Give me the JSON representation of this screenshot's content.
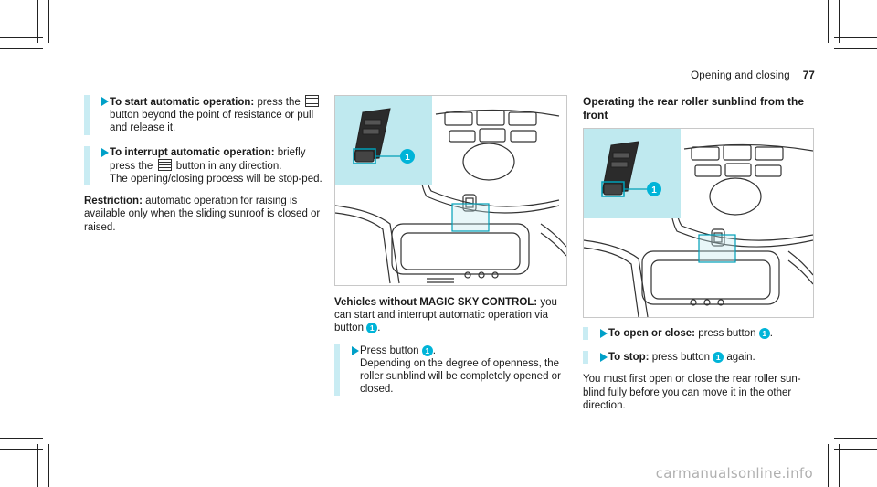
{
  "header": {
    "section": "Opening and closing",
    "page": "77"
  },
  "left": {
    "step1": {
      "label": "To start automatic operation:",
      "text1": " press the",
      "text2": " button beyond the point of resistance or pull and release it."
    },
    "step2": {
      "label": "To interrupt automatic operation:",
      "text1": " briefly press the",
      "text2": " button in any direction.",
      "text3": "The opening/closing process will be stop-ped."
    },
    "restriction": {
      "label": "Restriction:",
      "text": " automatic operation for raising is available only when the sliding sunroof is closed or raised."
    }
  },
  "middle": {
    "callout": "1",
    "intro": {
      "label": "Vehicles without MAGIC SKY CONTROL:",
      "text": " you can start and interrupt automatic operation via button",
      "end": "."
    },
    "step": {
      "text1": "Press button",
      "end": ".",
      "text2": "Depending on the degree of openness, the roller sunblind will be completely opened or closed."
    }
  },
  "right": {
    "heading": "Operating the rear roller sunblind from the front",
    "callout": "1",
    "step1": {
      "label": "To open or close:",
      "text": " press button",
      "end": "."
    },
    "step2": {
      "label": "To stop:",
      "text": " press button",
      "end": " again."
    },
    "para": "You must first open or close the rear roller sun-blind fully before you can move it in the other direction."
  },
  "watermark": "carmanualsonline.info",
  "colors": {
    "accent": "#00b4d8",
    "callout_bg": "#bfe9ef",
    "bar": "#c9ecf3"
  }
}
